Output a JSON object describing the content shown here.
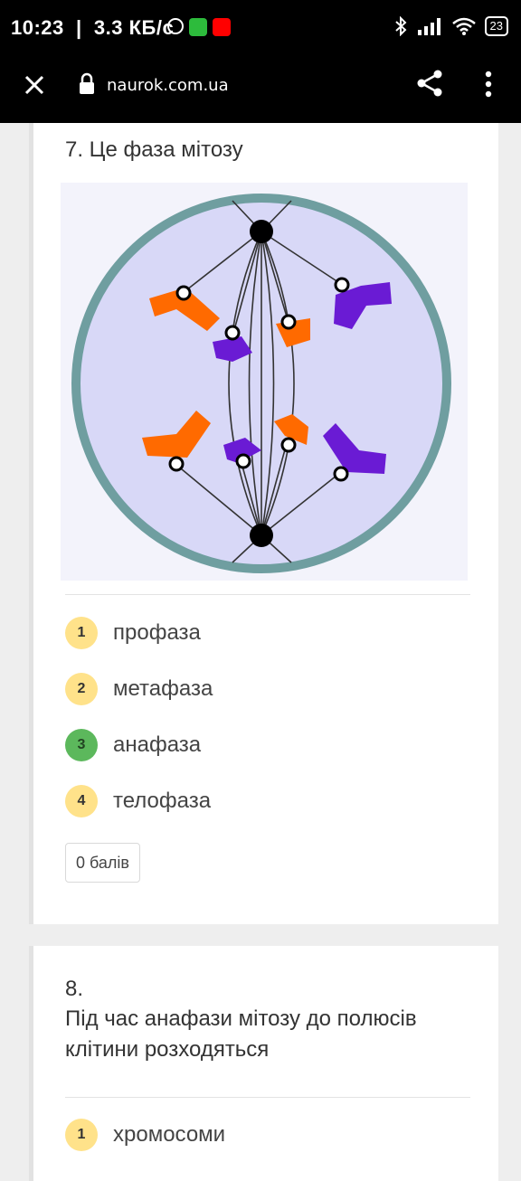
{
  "status_bar": {
    "time": "10:23",
    "speed": "3.3 КБ/с",
    "battery": "23"
  },
  "toolbar": {
    "url": "naurok.com.ua",
    "icons": [
      "close-icon",
      "lock-icon",
      "share-icon",
      "more-icon"
    ]
  },
  "question7": {
    "title": "7. Це фаза мітозу",
    "options": [
      {
        "num": "1",
        "text": "профаза",
        "correct": false
      },
      {
        "num": "2",
        "text": "метафаза",
        "correct": false
      },
      {
        "num": "3",
        "text": "анафаза",
        "correct": true
      },
      {
        "num": "4",
        "text": "телофаза",
        "correct": false
      }
    ],
    "score": "0 балів"
  },
  "question8": {
    "num": "8.",
    "text": "Під час анафази мітозу до полюсів клітини розходяться",
    "options": [
      {
        "num": "1",
        "text": "хромосоми"
      }
    ]
  },
  "colors": {
    "badge": "#ffe28a",
    "correct": "#5cb85c",
    "orange": "#ff6a00",
    "purple": "#6a1bd4",
    "membrane": "#6f9ea0",
    "cytoplasm": "#d8d8f7"
  }
}
